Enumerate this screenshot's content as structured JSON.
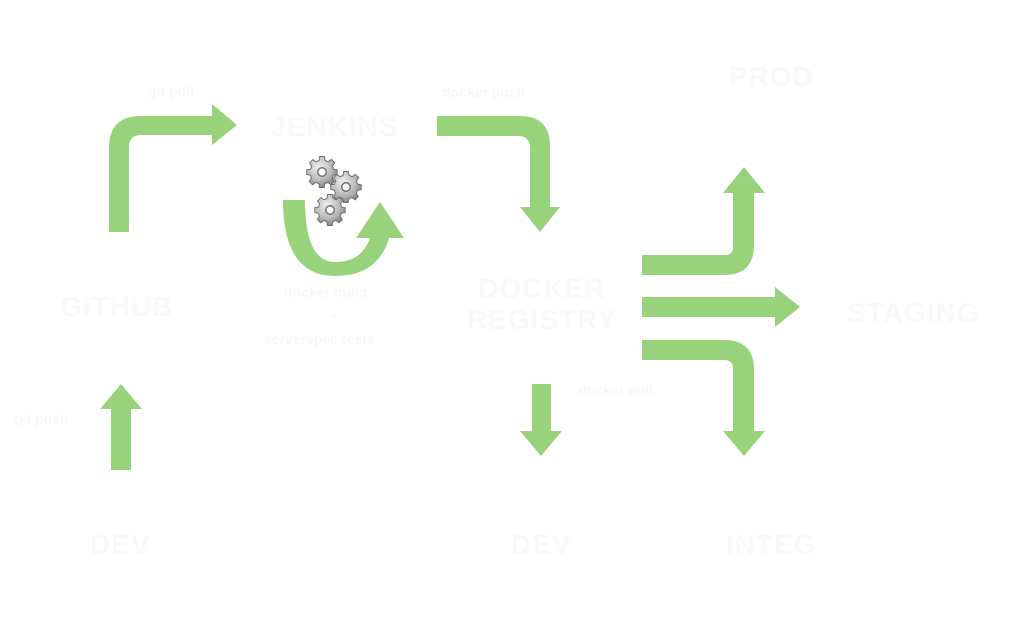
{
  "diagram": {
    "nodes": {
      "github": "GITHUB",
      "jenkins": "JENKINS",
      "docker_registry_line1": "DOCKER",
      "docker_registry_line2": "REGISTRY",
      "prod": "PROD",
      "staging": "STAGING",
      "integ": "INTEG",
      "dev_source": "DEV",
      "dev_target": "DEV"
    },
    "edges": {
      "git_push": "git push",
      "git_pull": "git pull",
      "docker_push": "docker push",
      "docker_build": "docker build",
      "plus": "+",
      "serverspec_tests": "serverspec tests",
      "docker_pull": "docker pull"
    },
    "colors": {
      "arrow": "#98d27a",
      "text": "#f9f9f9",
      "background": "#ffffff"
    },
    "icons": {
      "build_cycle": "gears-icon"
    }
  }
}
